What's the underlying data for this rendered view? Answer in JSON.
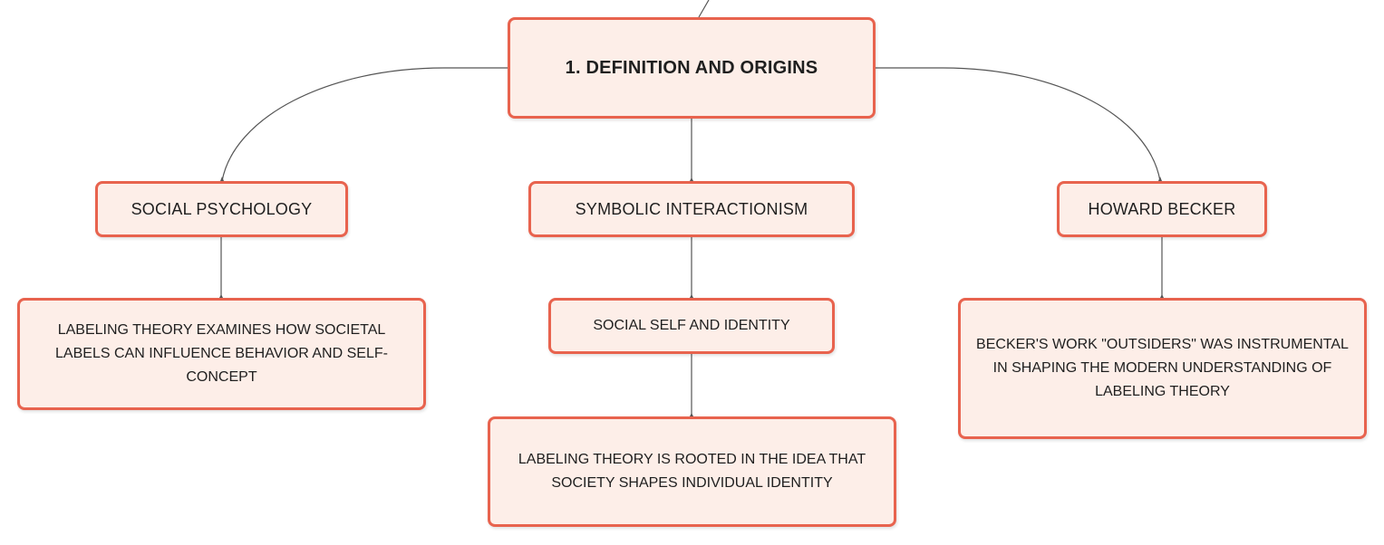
{
  "diagram": {
    "type": "mind-map",
    "colors": {
      "node_fill": "#fdeee8",
      "node_border": "#e8634e",
      "connector": "#555555",
      "text": "#1f1f1f"
    },
    "root": {
      "label": "1. DEFINITION AND ORIGINS"
    },
    "branches": {
      "social_psychology": {
        "label": "SOCIAL PSYCHOLOGY",
        "detail": "LABELING THEORY EXAMINES HOW SOCIETAL LABELS CAN INFLUENCE BEHAVIOR AND SELF-CONCEPT"
      },
      "symbolic_interactionism": {
        "label": "SYMBOLIC INTERACTIONISM",
        "child": {
          "label": "SOCIAL SELF AND IDENTITY",
          "detail": "LABELING THEORY IS ROOTED IN THE IDEA THAT SOCIETY SHAPES INDIVIDUAL IDENTITY"
        }
      },
      "howard_becker": {
        "label": "HOWARD BECKER",
        "detail": "BECKER'S WORK \"OUTSIDERS\" WAS INSTRUMENTAL IN SHAPING THE MODERN UNDERSTANDING OF LABELING THEORY"
      }
    }
  }
}
